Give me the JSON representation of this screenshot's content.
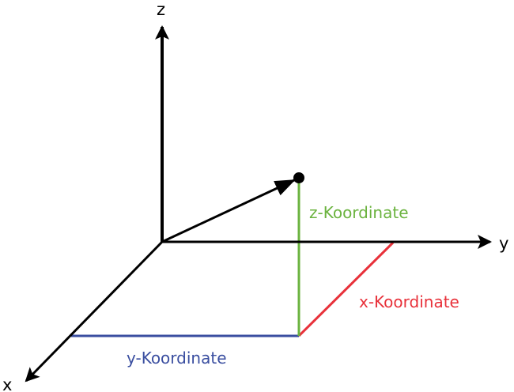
{
  "axes": {
    "x_label": "x",
    "y_label": "y",
    "z_label": "z"
  },
  "coordinates": {
    "x_label": "x-Koordinate",
    "y_label": "y-Koordinate",
    "z_label": "z-Koordinate"
  },
  "colors": {
    "axis": "#000000",
    "x_coordinate": "#e8313a",
    "y_coordinate": "#3a4ea0",
    "z_coordinate": "#6bb33f"
  }
}
